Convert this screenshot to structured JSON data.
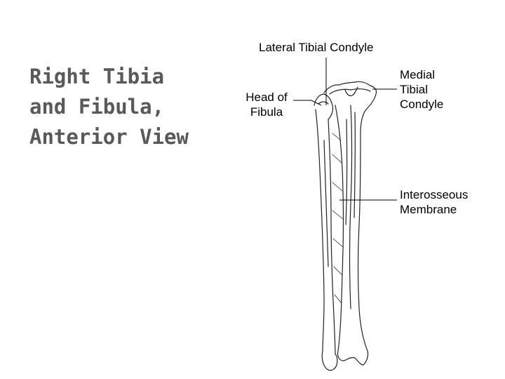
{
  "title": {
    "lines": [
      "Right Tibia",
      "and Fibula,",
      "Anterior View"
    ]
  },
  "labels": {
    "lateral_tibial_condyle": "Lateral Tibial Condyle",
    "head_of_fibula": [
      "Head of",
      "Fibula"
    ],
    "medial_tibial_condyle": [
      "Medial",
      "Tibial",
      "Condyle"
    ],
    "interosseous_membrane": [
      "Interosseous",
      "Membrane"
    ]
  },
  "colors": {
    "title": "#595959",
    "label_text": "#000000",
    "bone_stroke": "#222222",
    "leader_line": "#000000",
    "background": "#ffffff"
  }
}
